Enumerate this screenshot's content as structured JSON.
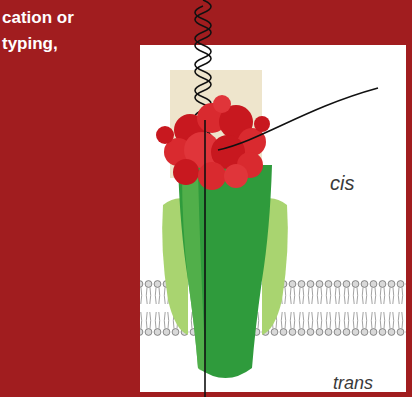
{
  "diagram": {
    "labels": [
      "cation or",
      "typing,",
      "cis",
      "trans"
    ]
  }
}
